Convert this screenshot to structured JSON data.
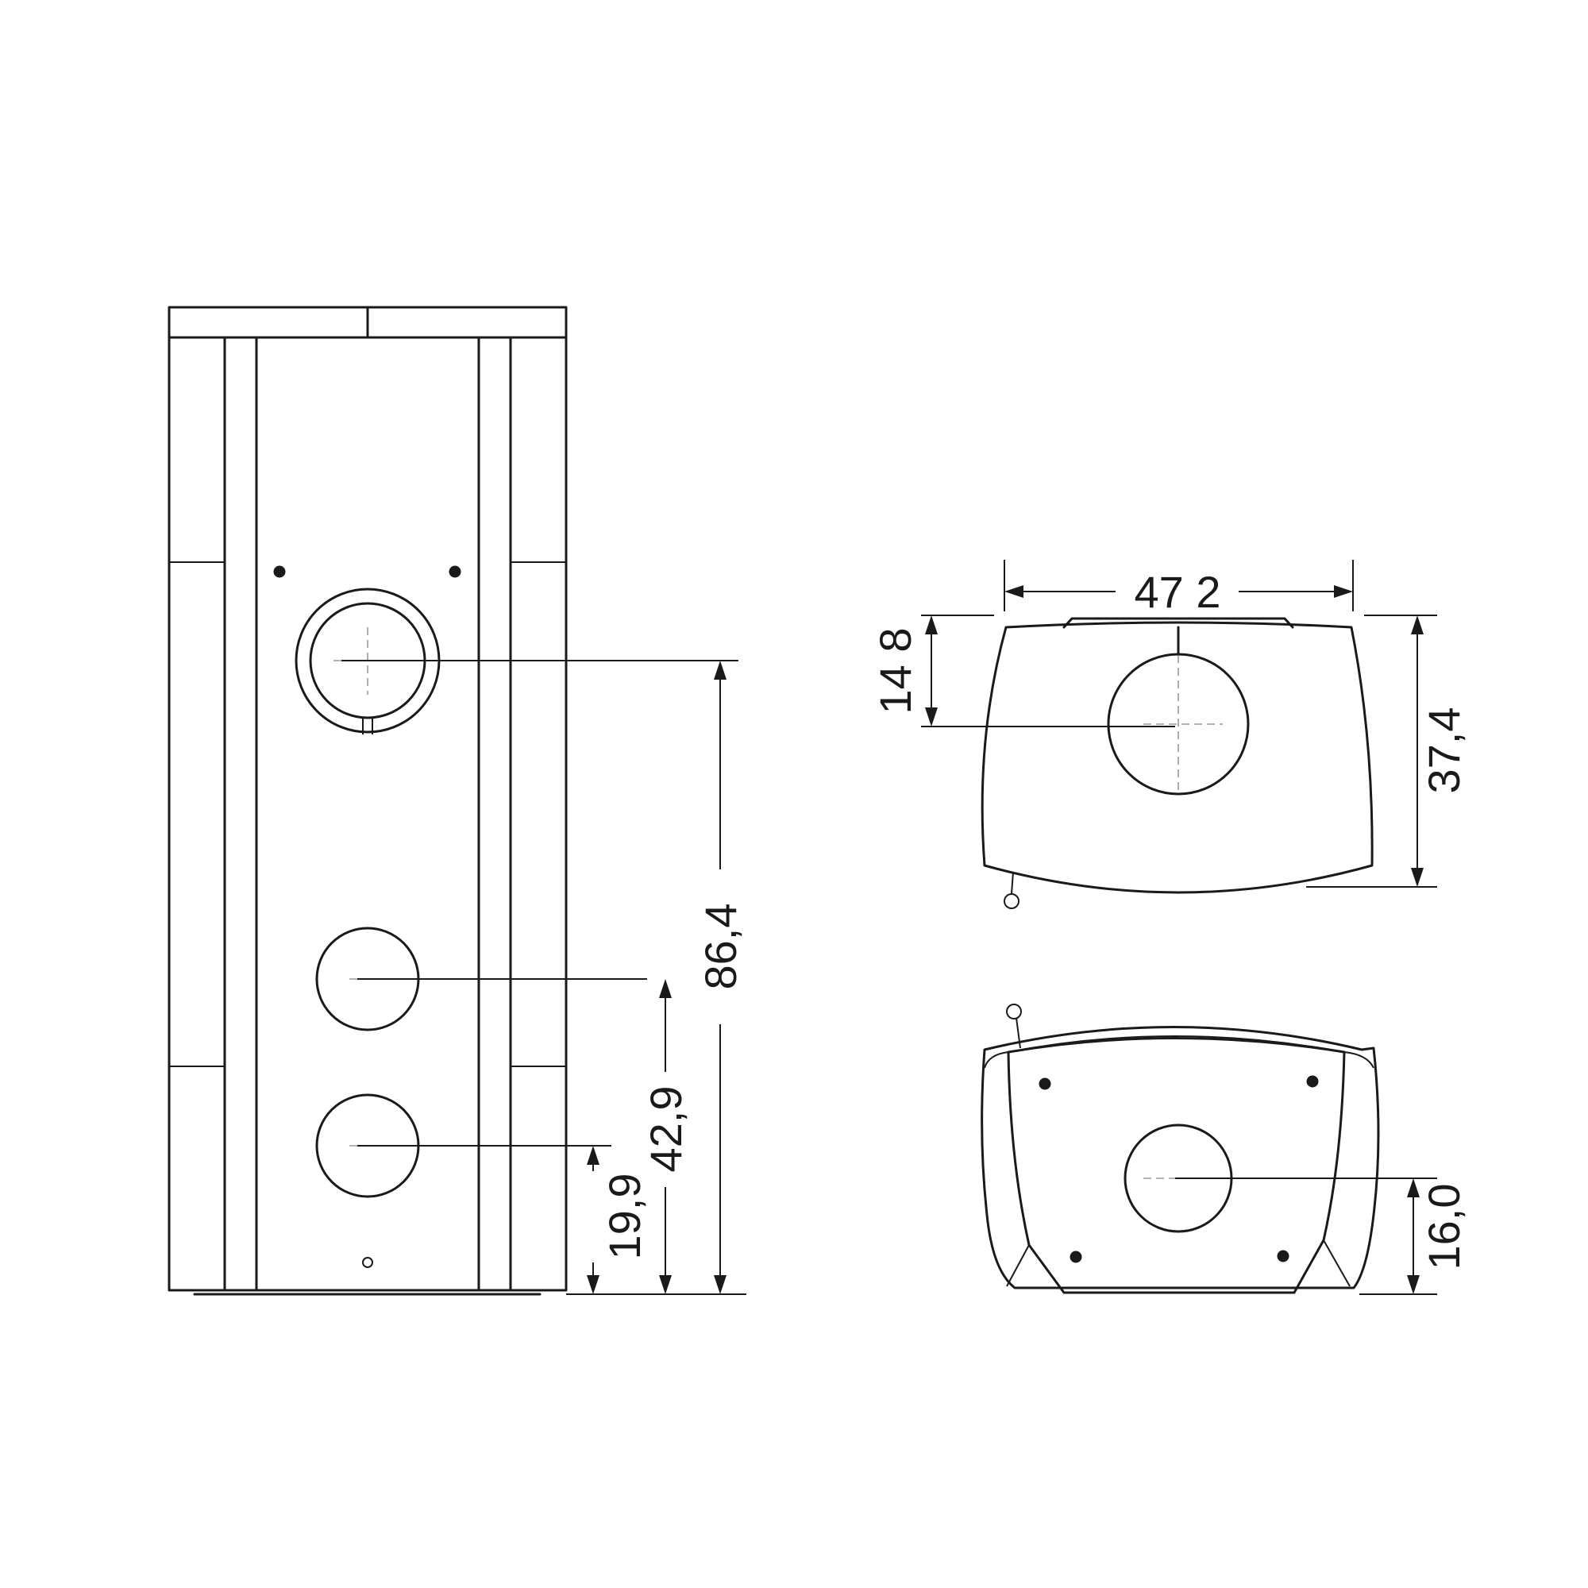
{
  "dimensions": {
    "flue_top_height": "86,4",
    "flue_mid_height": "42,9",
    "flue_low_height": "19,9",
    "top_width": "47 2",
    "top_offset": "14 8",
    "top_depth": "37,4",
    "rear_flue_height": "16,0"
  }
}
